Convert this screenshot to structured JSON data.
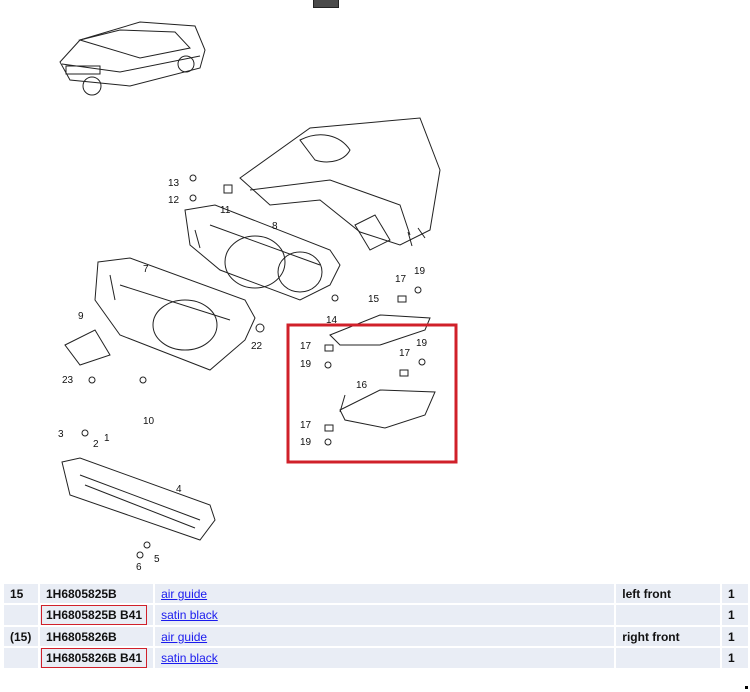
{
  "callouts": [
    "1",
    "2",
    "3",
    "4",
    "5",
    "6",
    "7",
    "8",
    "9",
    "10",
    "11",
    "12",
    "13",
    "14",
    "15",
    "16",
    "17",
    "17",
    "17",
    "17",
    "19",
    "19",
    "19",
    "19",
    "22",
    "23"
  ],
  "highlight_color": "#d0202a",
  "parts": [
    {
      "num": "15",
      "part": "1H6805825B",
      "desc": "air guide",
      "note": "left front",
      "qty": "1",
      "boxed": false
    },
    {
      "num": "",
      "part": "1H6805825B B41",
      "desc": "satin black",
      "note": "",
      "qty": "1",
      "boxed": true
    },
    {
      "num": "(15)",
      "part": "1H6805826B",
      "desc": "air guide",
      "note": "right front",
      "qty": "1",
      "boxed": false
    },
    {
      "num": "",
      "part": "1H6805826B B41",
      "desc": "satin black",
      "note": "",
      "qty": "1",
      "boxed": true
    }
  ]
}
